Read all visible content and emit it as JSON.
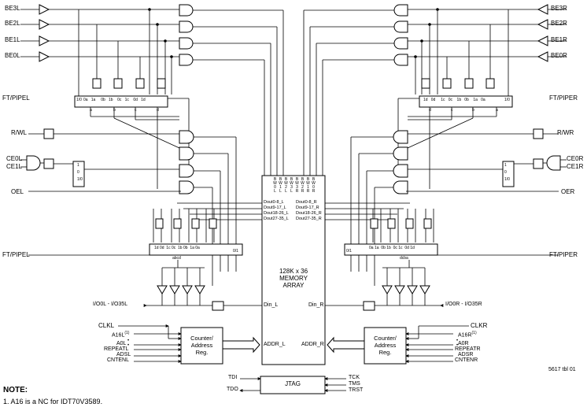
{
  "left_signals": {
    "be": [
      "BE3L",
      "BE2L",
      "BE1L",
      "BE0L"
    ],
    "ft_pipe_top": "FT/PIPEL",
    "rw": "R/WL",
    "ce0": "CE0L",
    "ce1": "CE1L",
    "oe": "OEL",
    "ft_pipe_bottom": "FT/PIPEL",
    "io": "I/O0L - I/O35L",
    "clk": "CLKL",
    "a16": "A16L",
    "a16_sup": "(1)",
    "a0": "A0L",
    "repeat": "REPEATL",
    "ads": "ADSL",
    "cnten": "CNTENL"
  },
  "right_signals": {
    "be": [
      "BE3R",
      "BE2R",
      "BE1R",
      "BE0R"
    ],
    "ft_pipe_top": "FT/PIPER",
    "rw": "R/WR",
    "ce0": "CE0R",
    "ce1": "CE1R",
    "oe": "OER",
    "ft_pipe_bottom": "FT/PIPER",
    "io": "I/O0R - I/O35R",
    "clk": "CLKR",
    "a16": "A16R",
    "a16_sup": "(1)",
    "a0": "A0R",
    "repeat": "REPEATR",
    "ads": "ADSR",
    "cnten": "CNTENR"
  },
  "mux_labels": {
    "left_top": [
      "0a",
      "1a",
      "0b",
      "1b",
      "0c",
      "1c",
      "0d",
      "1d"
    ],
    "right_top": [
      "1d",
      "0d",
      "1c",
      "0c",
      "1b",
      "0b",
      "1a",
      "0a"
    ],
    "left_top_out": [
      "a",
      "b",
      "c",
      "d"
    ],
    "right_top_out": [
      "d",
      "c",
      "b",
      "a"
    ],
    "left_bottom": [
      "1d",
      "0d",
      "1c",
      "0c",
      "1b",
      "0b",
      "1a",
      "0a"
    ],
    "right_bottom": [
      "0a",
      "1a",
      "0b",
      "1b",
      "0c",
      "1c",
      "0d",
      "1d"
    ],
    "left_bottom_out": "abcd",
    "right_bottom_out": "dcba",
    "sel_top_left": "1/0",
    "sel_top_right": "1/0",
    "sel_bottom_left": "0/1",
    "sel_bottom_right": "0/1",
    "ce_mux": [
      "1",
      "0",
      "1/0"
    ]
  },
  "memory": {
    "title_line1": "128K x 36",
    "title_line2": "MEMORY",
    "title_line3": "ARRAY",
    "be_cols": [
      [
        "B",
        "W",
        "0",
        "L"
      ],
      [
        "B",
        "W",
        "1",
        "L"
      ],
      [
        "B",
        "W",
        "2",
        "L"
      ],
      [
        "B",
        "W",
        "3",
        "L"
      ],
      [
        "B",
        "W",
        "3",
        "R"
      ],
      [
        "B",
        "W",
        "2",
        "R"
      ],
      [
        "B",
        "W",
        "1",
        "R"
      ],
      [
        "B",
        "W",
        "0",
        "R"
      ]
    ],
    "dout_left": [
      "Dout0-8_L",
      "Dout9-17_L",
      "Dout18-26_L",
      "Dout27-35_L"
    ],
    "dout_right": [
      "Dout0-8_R",
      "Dout9-17_R",
      "Dout18-26_R",
      "Dout27-35_R"
    ],
    "din_left": "Din_L",
    "din_right": "Din_R",
    "addr_left": "ADDR_L",
    "addr_right": "ADDR_R"
  },
  "counter": {
    "line1": "Counter/",
    "line2": "Address",
    "line3": "Reg."
  },
  "jtag": {
    "label": "JTAG",
    "tdi": "TDI",
    "tdo": "TDO",
    "tck": "TCK",
    "tms": "TMS",
    "trst": "TRST"
  },
  "figure_id": "5617 tbl 01",
  "note": {
    "heading": "NOTE:",
    "text": "1.  A16 is a NC for IDT70V3589."
  }
}
